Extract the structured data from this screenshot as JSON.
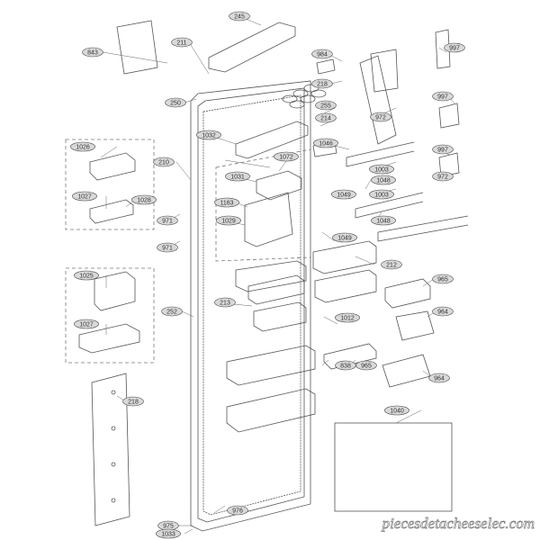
{
  "diagram": {
    "labels": [
      "245",
      "843",
      "211",
      "984",
      "997",
      "218",
      "250",
      "255",
      "997",
      "214",
      "972",
      "1032",
      "1072",
      "1046",
      "1026",
      "1031",
      "997",
      "210",
      "1003",
      "972",
      "1049",
      "1048",
      "1163",
      "1027",
      "1028",
      "1003",
      "1029",
      "971",
      "1048",
      "971",
      "1049",
      "212",
      "965",
      "1025",
      "213",
      "964",
      "1027",
      "252",
      "1012",
      "838",
      "965",
      "964",
      "218",
      "1040",
      "976",
      "975",
      "1033"
    ],
    "watermark": "piecesdetacheeselec.com"
  },
  "colors": {
    "line": "#555555",
    "label_fill": "#d9d9d9",
    "label_stroke": "#444444",
    "dash": "#777777",
    "watermark_fill": "#ffffff",
    "watermark_stroke": "#7a7a7a"
  }
}
